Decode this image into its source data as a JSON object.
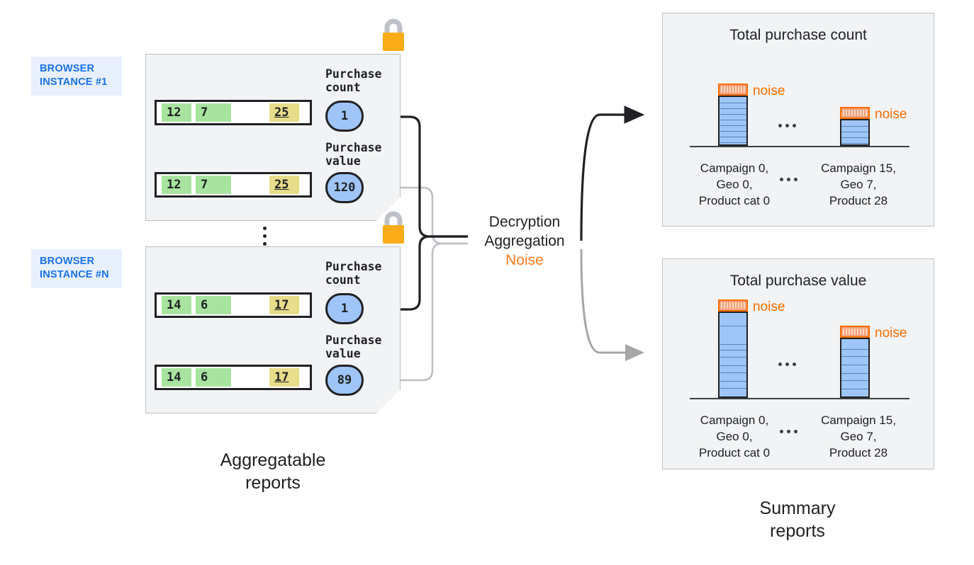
{
  "diagram": {
    "title_left": "Aggregatable\nreports",
    "title_right": "Summary\nreports",
    "process": {
      "line1": "Decryption",
      "line2": "Aggregation",
      "line3": "Noise"
    },
    "colors": {
      "accent_blue": "#1a73e8",
      "chip_bg": "#e8f0fe",
      "panel_bg": "#f1f3f4",
      "panel_border": "#bdc1c6",
      "pill_fill": "#9fc5f8",
      "cell_green": "#a8e4a0",
      "cell_yellow": "#e8dd8a",
      "noise_orange": "#ff6d00",
      "noise_fill": "#f6a07a",
      "lock_body": "#fbab18",
      "lock_shackle": "#bdc1c6",
      "wire_black": "#202124",
      "wire_gray": "#bdc1c6"
    }
  },
  "browser_instances": [
    {
      "chip_label": "BROWSER\nINSTANCE #1",
      "lock_icon": "lock-icon",
      "rows": [
        {
          "metric_label": "Purchase\ncount",
          "pill_value": "1",
          "cells": [
            "12",
            "7",
            "25"
          ]
        },
        {
          "metric_label": "Purchase\nvalue",
          "pill_value": "120",
          "cells": [
            "12",
            "7",
            "25"
          ]
        }
      ]
    },
    {
      "chip_label": "BROWSER\nINSTANCE #N",
      "lock_icon": "lock-icon",
      "rows": [
        {
          "metric_label": "Purchase\ncount",
          "pill_value": "1",
          "cells": [
            "14",
            "6",
            "17"
          ]
        },
        {
          "metric_label": "Purchase\nvalue",
          "pill_value": "89",
          "cells": [
            "14",
            "6",
            "17"
          ]
        }
      ]
    }
  ],
  "ellipsis": {
    "vertical": "⋮",
    "horizontal": "..."
  },
  "chart_data": [
    {
      "type": "bar",
      "title": "Total purchase count",
      "categories": [
        "Campaign 0,\nGeo 0,\nProduct cat 0",
        "Campaign 15,\nGeo 7,\nProduct 28"
      ],
      "values": [
        9,
        5
      ],
      "noise_values": [
        1,
        1
      ],
      "noise_label": "noise",
      "segments": [
        9,
        5
      ],
      "xlabel": "",
      "ylabel": "",
      "ylim": [
        0,
        11
      ],
      "grid": false,
      "legend": "none",
      "truncated_series_marker": "..."
    },
    {
      "type": "bar",
      "title": "Total purchase value",
      "categories": [
        "Campaign 0,\nGeo 0,\nProduct cat 0",
        "Campaign 15,\nGeo 7,\nProduct 28"
      ],
      "values": [
        11,
        8
      ],
      "noise_values": [
        1,
        1
      ],
      "noise_label": "noise",
      "segments": [
        8,
        7
      ],
      "xlabel": "",
      "ylabel": "",
      "ylim": [
        0,
        13
      ],
      "grid": false,
      "legend": "none",
      "truncated_series_marker": "..."
    }
  ]
}
